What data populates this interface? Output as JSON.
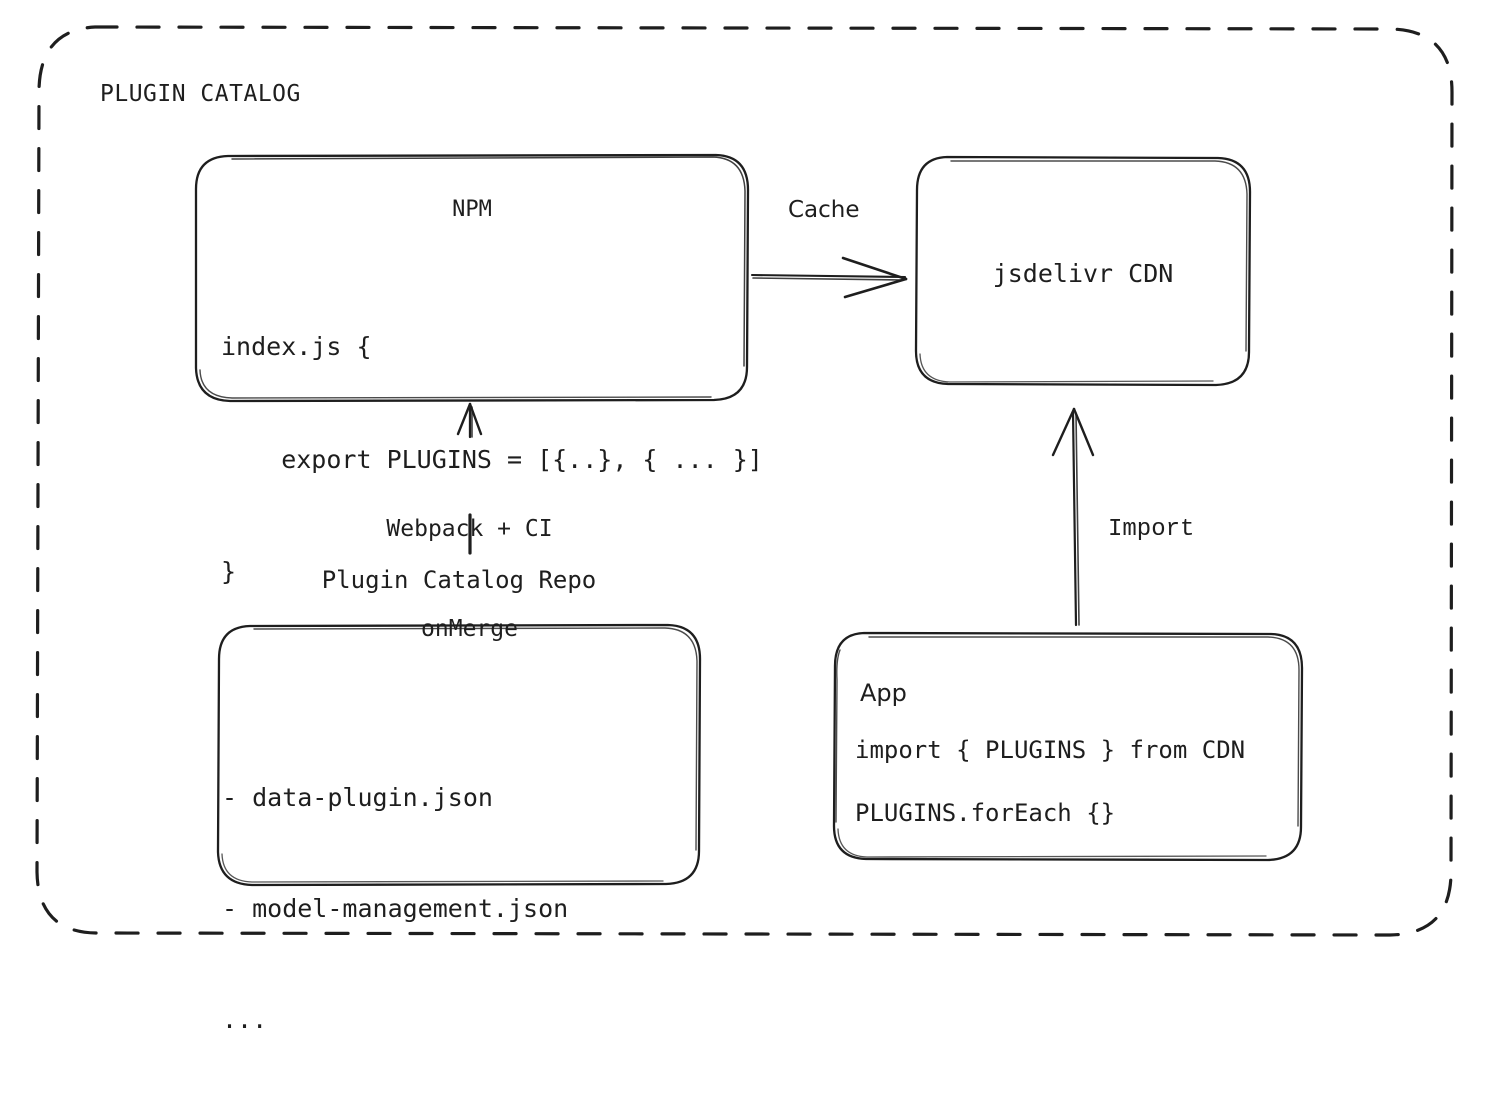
{
  "diagram": {
    "title": "PLUGIN CATALOG",
    "outer_container_style": "dashed-rounded-rectangle",
    "stroke_color": "#1e1e1e",
    "background_color": "#ffffff"
  },
  "nodes": {
    "npm": {
      "name": "NPM",
      "code_lines": [
        "index.js {",
        "    export PLUGINS = [{..}, { ... }]",
        "}"
      ]
    },
    "cdn": {
      "name": "jsdelivr CDN"
    },
    "repo": {
      "caption": "Plugin Catalog Repo",
      "file_lines": [
        "- data-plugin.json",
        "- model-management.json",
        "..."
      ]
    },
    "app": {
      "name": "App",
      "code_line_1": "import { PLUGINS } from CDN",
      "code_line_2": "PLUGINS.forEach {}"
    }
  },
  "edges": {
    "cache": {
      "label": "Cache",
      "from": "npm",
      "to": "cdn",
      "direction": "right"
    },
    "build": {
      "label": "Webpack + CI\nonMerge",
      "label_line_1": "Webpack + CI",
      "label_line_2": "onMerge",
      "from": "repo",
      "to": "npm",
      "direction": "up"
    },
    "import": {
      "label": "Import",
      "from": "app",
      "to": "cdn",
      "direction": "up"
    }
  }
}
